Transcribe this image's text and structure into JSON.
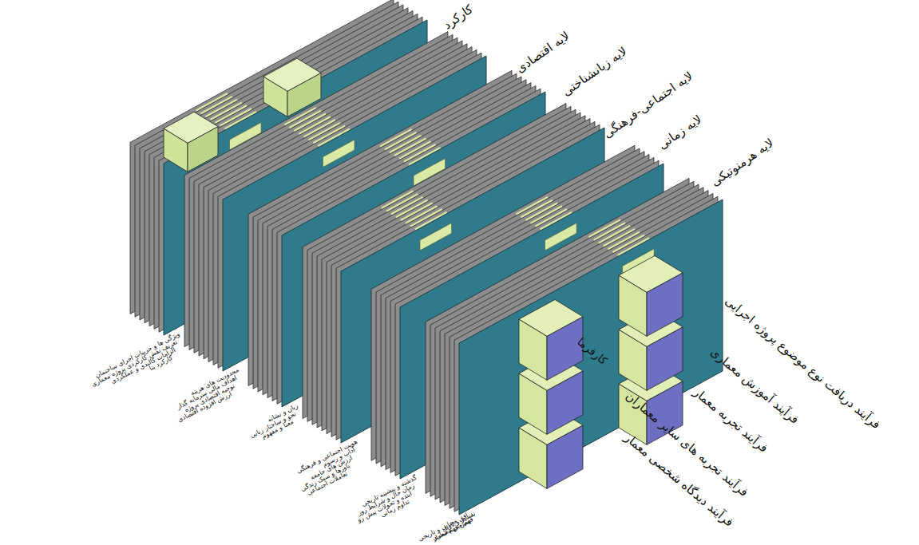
{
  "diagram": {
    "labels": [
      "کارکرد",
      "لایه اقتصادی",
      "لایه زبانشناختی",
      "لایه اجتماعی-فرهنگی",
      "لایه زمانی",
      "لایه هرمنوتیکی",
      "کارفرما",
      "فرآیند دریافت نوع موضوع پروژه اجرایی",
      "فرآیند آموزش معماری",
      "فرآیند تجربه معمار",
      "فرآیند تجربه های سایر معماران",
      "فرآیند دیدگاه شخصی معمار",
      "ویژگی ها و جزییات اجرای ساختمان",
      "تعریف نقش کارکردی پروژه معماری",
      "الزامات کالبدی و عملکردی",
      "کارکرد بنا",
      "محدودیت های هزینه",
      "اهداف مالی سرمایه گذار",
      "توجیه اقتصادی پروژه",
      "ارزش افزوده اقتصادی",
      "زبان و نشانه",
      "نحو و ساختار زبانی",
      "معنا و مفهوم",
      "هویت اجتماعی و فرهنگی",
      "آداب و رسوم",
      "ارزش های جامعه",
      "باورها و سبک زندگی",
      "تعاملات اجتماعی",
      "گذشته و پیشینه تاریخی",
      "زمان حال و شرایط روز",
      "آینده و تحولات پیش رو",
      "تداوم زمانی",
      "تفسیر و تاویل",
      "فهم متن معماری",
      "پیش فهم معمار",
      "افق معنایی و تاریخی"
    ]
  }
}
